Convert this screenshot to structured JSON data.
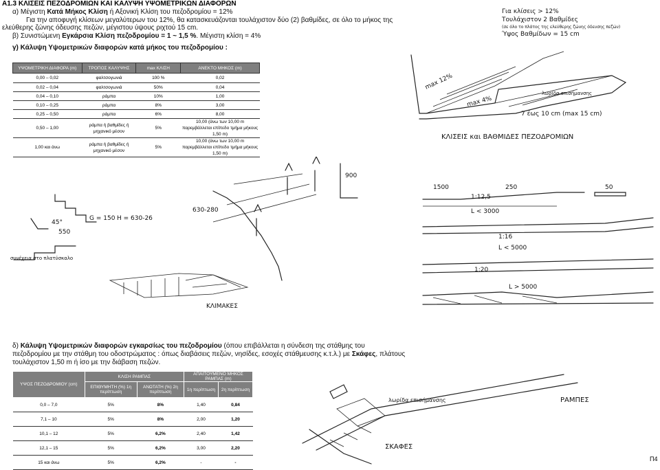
{
  "header": {
    "title": "A1.3 ΚΛΙΣΕΙΣ ΠΕΖΟΔΡΟΜΙΩΝ ΚΑΙ ΚΑΛΥΨΗ ΥΨΟΜΕΤΡΙΚΩΝ ΔΙΑΦΟΡΩΝ",
    "a_prefix": "α) Μέγιστη ",
    "a_bold": "Κατά Μήκος Κλίση",
    "a_suffix": " ή Αξονική Κλίση του πεζοδρομίου = 12%",
    "a_note_1": "Για την αποφυγή κλίσεων μεγαλύτερων του 12%, θα κατασκευάζονται τουλάχιστον δύο (2) βαθμίδες, σε όλο το μήκος της",
    "a_note_2": "ελεύθερης ζώνης όδευσης πεζών, μέγιστου ύψους ριχτού 15 cm.",
    "b_prefix": "β) Συνιστώμενη ",
    "b_bold": "Εγκάρσια Κλίση πεζοδρομίου = 1 ~ 1,5 %",
    "b_suffix": ". Μέγιστη κλίση = 4%",
    "c_text": "γ) Κάλυψη Υψομετρικών διαφορών κατά μήκος του πεζοδρομίου :"
  },
  "table1": {
    "headers": [
      "ΥΨΟΜΕΤΡΙΚΗ ΔΙΑΦΟΡΑ (m)",
      "ΤΡΟΠΟΣ ΚΑΛΥΨΗΣ",
      "max ΚΛΙΣΗ",
      "ΑΝΕΚΤΟ ΜΗΚΟΣ (m)"
    ],
    "rows": [
      [
        "0,00 – 0,02",
        "φαλτσογωνιά",
        "100 %",
        "0,02"
      ],
      [
        "0,02 – 0,04",
        "φαλτσογωνιά",
        "50%",
        "0,04"
      ],
      [
        "0,04 – 0,10",
        "ράμπα",
        "10%",
        "1,00"
      ],
      [
        "0,10 – 0,25",
        "ράμπα",
        "8%",
        "3,00"
      ],
      [
        "0,25 – 0,50",
        "ράμπα",
        "6%",
        "8,00"
      ],
      [
        "0,50 – 1,00",
        "ράμπα ή βαθμίδες ή μηχανικό μέσον",
        "5%",
        "10,00 (άνω των 10,00 m παρεμβάλλεται επίπεδο τμήμα μήκους 1,50 m)"
      ],
      [
        "1,00 και άνω",
        "ράμπα ή βαθμίδες ή μηχανικό μέσον",
        "5%",
        "10,00 (άνω των 10,00 m παρεμβάλλεται επίπεδο τμήμα μήκους 1,50 m)"
      ]
    ]
  },
  "section_d": {
    "prefix": "δ) ",
    "bold1": "Κάλυψη Υψομετρικών διαφορών εγκαρσίως του πεζοδρομίου",
    "line1_rest": " (όπου επιβάλλεται η σύνδεση της στάθμης του",
    "line2_a": "πεζοδρομίου με την στάθμη του οδοστρώματος : όπως διαβάσεις πεζών, νησίδες, εσοχές στάθμευσης κ.τ.λ.) με ",
    "line2_bold": "Σκάφες",
    "line2_b": ", πλάτους",
    "line3": "τουλάχιστον 1,50 m ή ίσο με την διάβαση πεζών."
  },
  "table2": {
    "group_headers": [
      "ΥΨΟΣ ΠΕΖΟΔΡΟΜΙΟΥ (cm)",
      "ΚΛΙΣΗ ΡΑΜΠΑΣ",
      "ΑΠΑΙΤΟΥΜΕΝΟ ΜΗΚΟΣ ΡΑΜΠΑΣ (m)"
    ],
    "sub_headers": [
      "ΕΠΙΘΥΜΗΤΗ (%) 1η περίπτωση",
      "ΑΝΩΤΑΤΗ (%) 2η περίπτωση",
      "1η περίπτωση",
      "2η περίπτωση"
    ],
    "rows": [
      [
        "0,0 – 7,0",
        "5%",
        "8%",
        "1,40",
        "0,84"
      ],
      [
        "7,1 – 10",
        "5%",
        "8%",
        "2,00",
        "1,20"
      ],
      [
        "10,1 – 12",
        "5%",
        "6,2%",
        "2,40",
        "1,42"
      ],
      [
        "12,1 – 15",
        "5%",
        "6,2%",
        "3,00",
        "2,20"
      ],
      [
        "15 και άνω",
        "5%",
        "6,2%",
        "-",
        "-"
      ]
    ]
  },
  "sketches": {
    "note1": "Για κλίσεις > 12%",
    "note2": "Τουλάχιστον 2 Βαθμίδες",
    "note3": "(σε όλο το πλάτος της ελεύθερης ζώνης όδευσης πεζών)",
    "note4": "Ύψος Βαθμίδων = 15 cm",
    "max12": "max 12%",
    "max4": "max 4%",
    "width_note": "7 έως 10 cm (max 15 cm)",
    "lorida": "λωρίδα επισήμανσης",
    "caption_top": "ΚΛΙΣΕΙΣ και ΒΑΘΜΙΔΕΣ ΠΕΖΟΔΡΟΜΙΩΝ",
    "caption_stairs": "ΚΛΙΜΑΚΕΣ",
    "ramp_label": "ΡΑΜΠΕΣ",
    "skafes": "ΣΚΑΦΕΣ",
    "lorida2": "λωρίδα επισήμανσης",
    "dim_900": "900",
    "dim_1500": "1500",
    "dim_250": "250",
    "dim_50": "50",
    "slope_1_12": "1:12,5",
    "slope_1_16": "1:16",
    "slope_1_20": "1:20",
    "l3000": "L < 3000",
    "l5000": "L < 5000",
    "l_gt_5000": "L > 5000",
    "g_label": "G = 150",
    "h_label": "H = 630-26",
    "angle": "45°",
    "dim_550": "550",
    "dim_650": "630-280",
    "steps_note": "συνέχεια στο πλατύσκαλο",
    "page_number": "Π4"
  }
}
